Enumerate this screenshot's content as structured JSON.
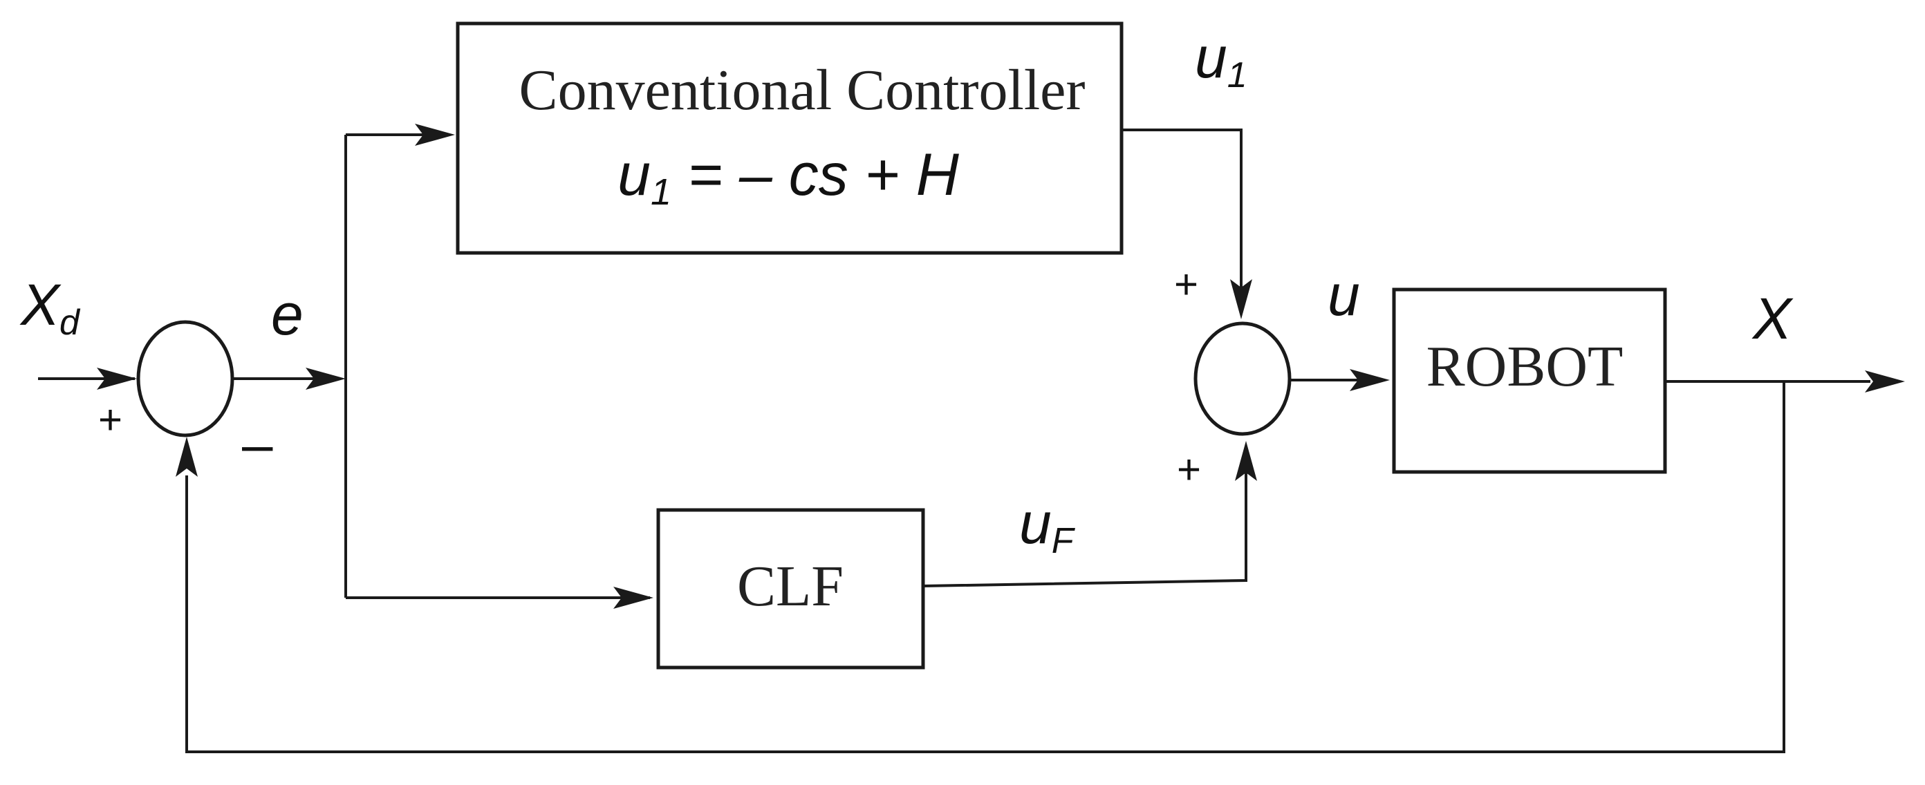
{
  "blocks": {
    "conventional": {
      "title": "Conventional Controller",
      "equation_lhs": "u",
      "equation_lhs_sub": "1",
      "equation_rhs": " = – cs + H"
    },
    "clf": {
      "label": "CLF"
    },
    "robot": {
      "label": "ROBOT"
    }
  },
  "signals": {
    "input": {
      "main": "X",
      "sub": "d"
    },
    "error": "e",
    "u1": {
      "main": "u",
      "sub": "1"
    },
    "uf": {
      "main": "u",
      "sub": "F"
    },
    "u": "u",
    "output": "X"
  },
  "signs": {
    "sum1_plus": "+",
    "sum1_minus": "–",
    "sum2_top_plus": "+",
    "sum2_bottom_plus": "+"
  }
}
